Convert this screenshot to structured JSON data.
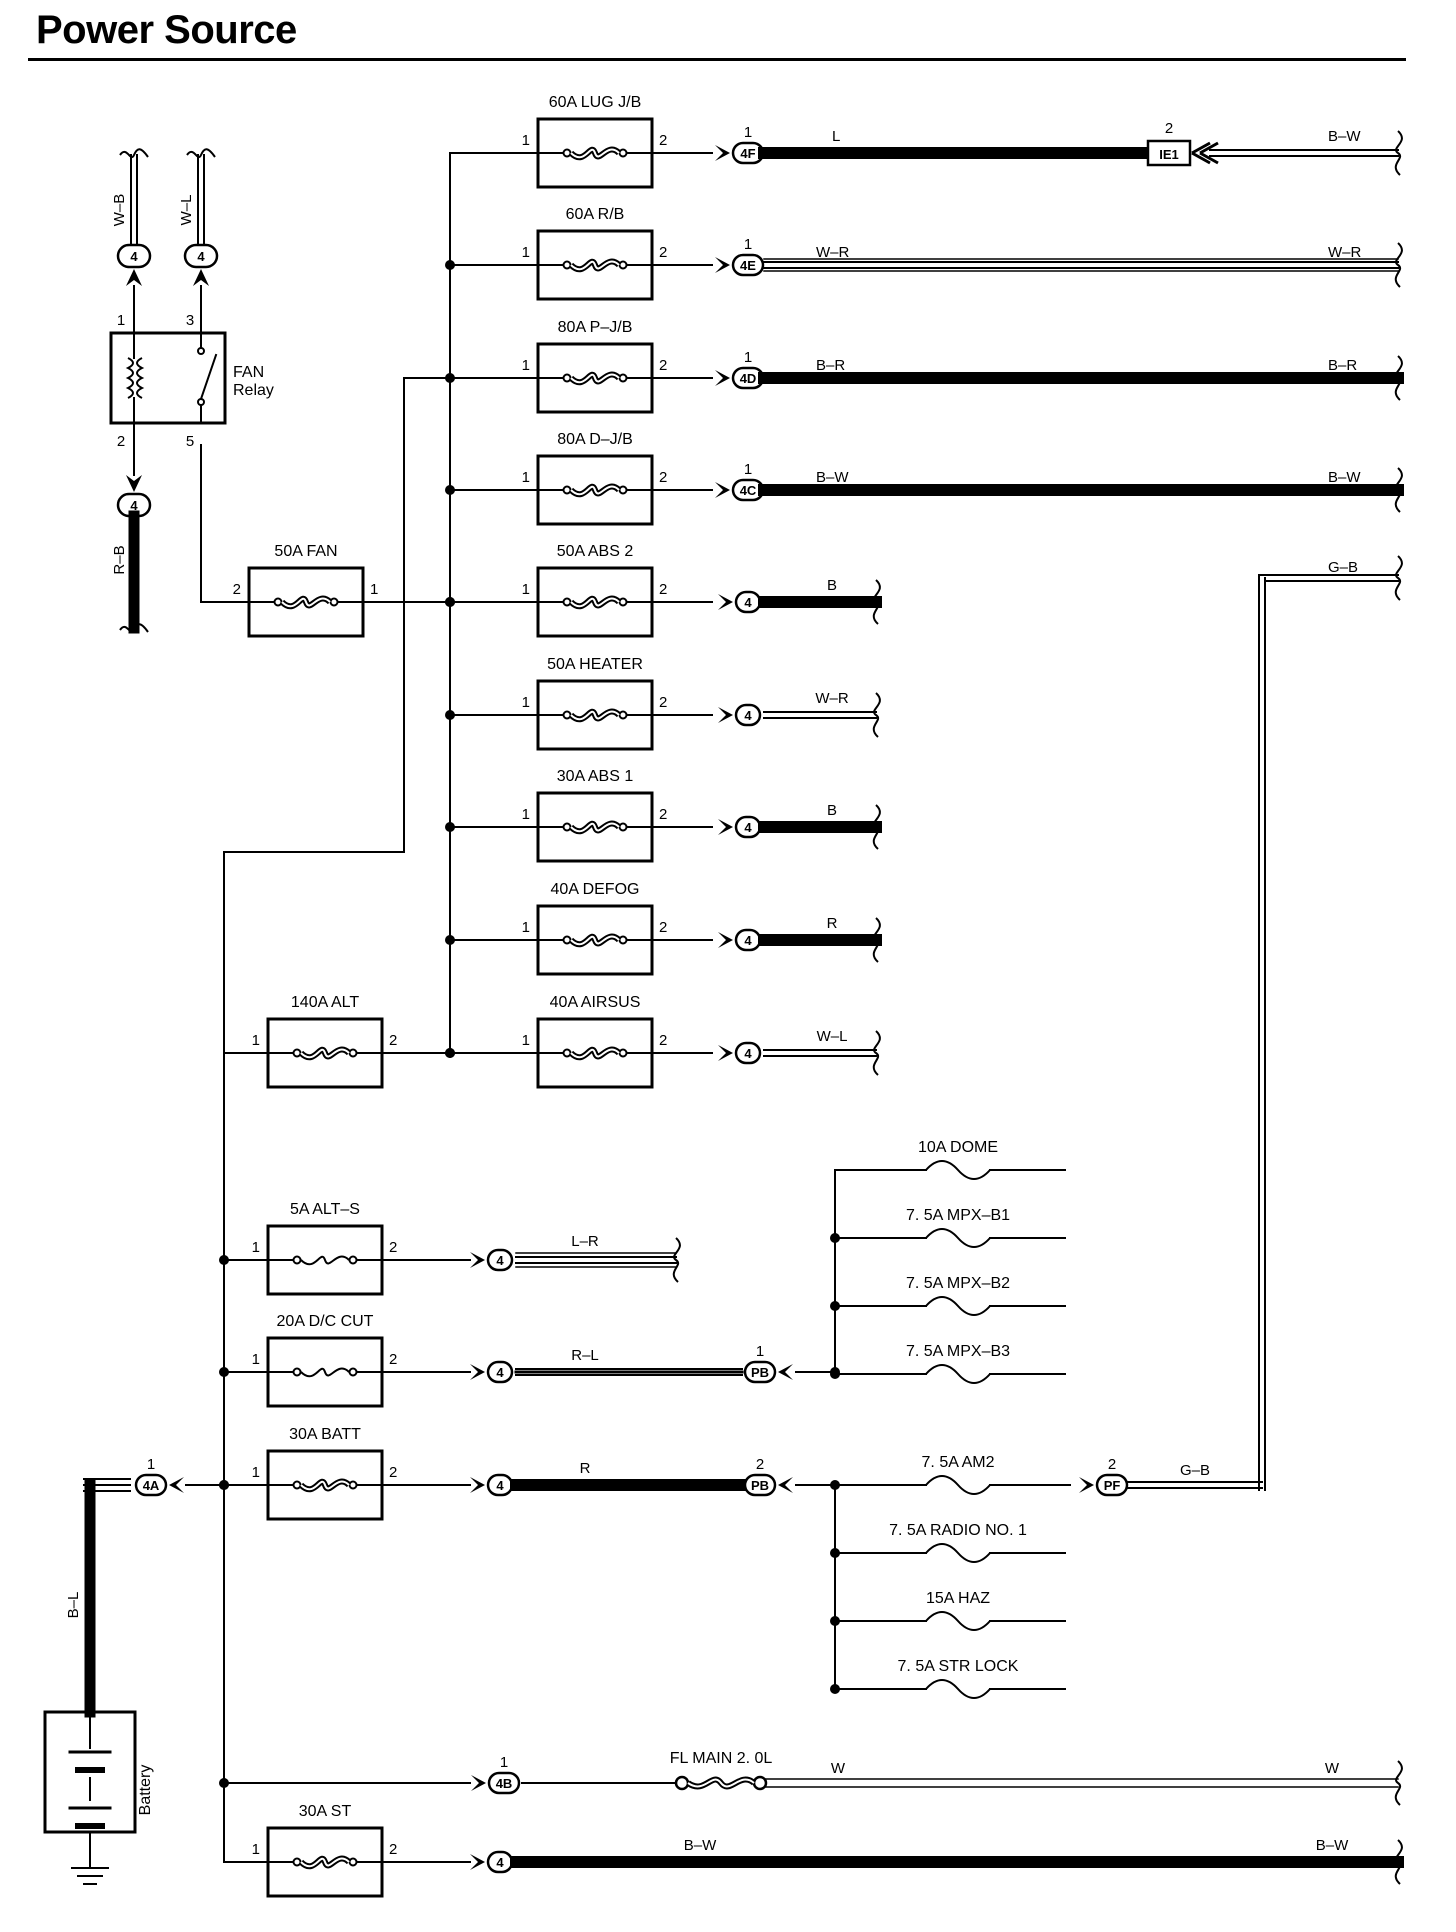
{
  "title": "Power Source",
  "fan_relay": {
    "name": "FAN Relay",
    "name_line1": "FAN",
    "name_line2": "Relay",
    "pins": [
      "1",
      "3",
      "2",
      "5"
    ],
    "connectors": [
      "4",
      "4",
      "4"
    ],
    "wires": [
      "W–B",
      "W–L",
      "R–B"
    ]
  },
  "fuses": [
    {
      "id": "lug",
      "label": "60A LUG J/B",
      "pin_in": "1",
      "pin_out": "2",
      "conn": "4F",
      "conn_pin": "1",
      "wire": "L",
      "far_conn": "IE1",
      "far_pin": "2",
      "far_wire": "B–W"
    },
    {
      "id": "rb",
      "label": "60A R/B",
      "pin_in": "1",
      "pin_out": "2",
      "conn": "4E",
      "conn_pin": "1",
      "wire": "W–R",
      "far_wire": "W–R"
    },
    {
      "id": "pjb",
      "label": "80A P–J/B",
      "pin_in": "1",
      "pin_out": "2",
      "conn": "4D",
      "conn_pin": "1",
      "wire": "B–R",
      "far_wire": "B–R"
    },
    {
      "id": "djb",
      "label": "80A D–J/B",
      "pin_in": "1",
      "pin_out": "2",
      "conn": "4C",
      "conn_pin": "1",
      "wire": "B–W",
      "far_wire": "B–W"
    },
    {
      "id": "abs2",
      "label": "50A ABS 2",
      "pin_in": "1",
      "pin_out": "2",
      "conn": "4",
      "wire": "B"
    },
    {
      "id": "heater",
      "label": "50A HEATER",
      "pin_in": "1",
      "pin_out": "2",
      "conn": "4",
      "wire": "W–R"
    },
    {
      "id": "abs1",
      "label": "30A ABS 1",
      "pin_in": "1",
      "pin_out": "2",
      "conn": "4",
      "wire": "B"
    },
    {
      "id": "defog",
      "label": "40A DEFOG",
      "pin_in": "1",
      "pin_out": "2",
      "conn": "4",
      "wire": "R"
    },
    {
      "id": "airsus",
      "label": "40A AIRSUS",
      "pin_in": "1",
      "pin_out": "2",
      "conn": "4",
      "wire": "W–L"
    }
  ],
  "fan_fuse": {
    "label": "50A FAN",
    "pin_in": "2",
    "pin_out": "1"
  },
  "alt_fuse": {
    "label": "140A ALT",
    "pin_in": "1",
    "pin_out": "2"
  },
  "gb_wire": "G–B",
  "lower_fuses": [
    {
      "id": "alts",
      "label": "5A ALT–S",
      "pin_in": "1",
      "pin_out": "2",
      "conn": "4",
      "wire": "L–R"
    },
    {
      "id": "dccut",
      "label": "20A D/C CUT",
      "pin_in": "1",
      "pin_out": "2",
      "conn": "4",
      "wire": "R–L",
      "far_conn": "PB",
      "far_pin": "1"
    },
    {
      "id": "batt",
      "label": "30A BATT",
      "pin_in": "1",
      "pin_out": "2",
      "conn": "4",
      "wire": "R",
      "far_conn": "PB",
      "far_pin": "2"
    }
  ],
  "small_fuses_top": [
    "10A DOME",
    "7. 5A MPX–B1",
    "7. 5A MPX–B2",
    "7. 5A MPX–B3"
  ],
  "small_fuses_bottom": [
    "7. 5A AM2",
    "7. 5A RADIO NO. 1",
    "15A HAZ",
    "7. 5A STR LOCK"
  ],
  "am2_out": {
    "conn": "PF",
    "pin": "2",
    "wire": "G–B"
  },
  "battery": {
    "label": "Battery",
    "wire": "B–L",
    "conn": "4A",
    "pin": "1"
  },
  "fl_main": {
    "label": "FL MAIN 2. 0L",
    "conn": "4B",
    "pin": "1",
    "wire": "W",
    "far_wire": "W"
  },
  "st_fuse": {
    "label": "30A ST",
    "pin_in": "1",
    "pin_out": "2",
    "conn": "4",
    "wire": "B–W",
    "far_wire": "B–W"
  }
}
